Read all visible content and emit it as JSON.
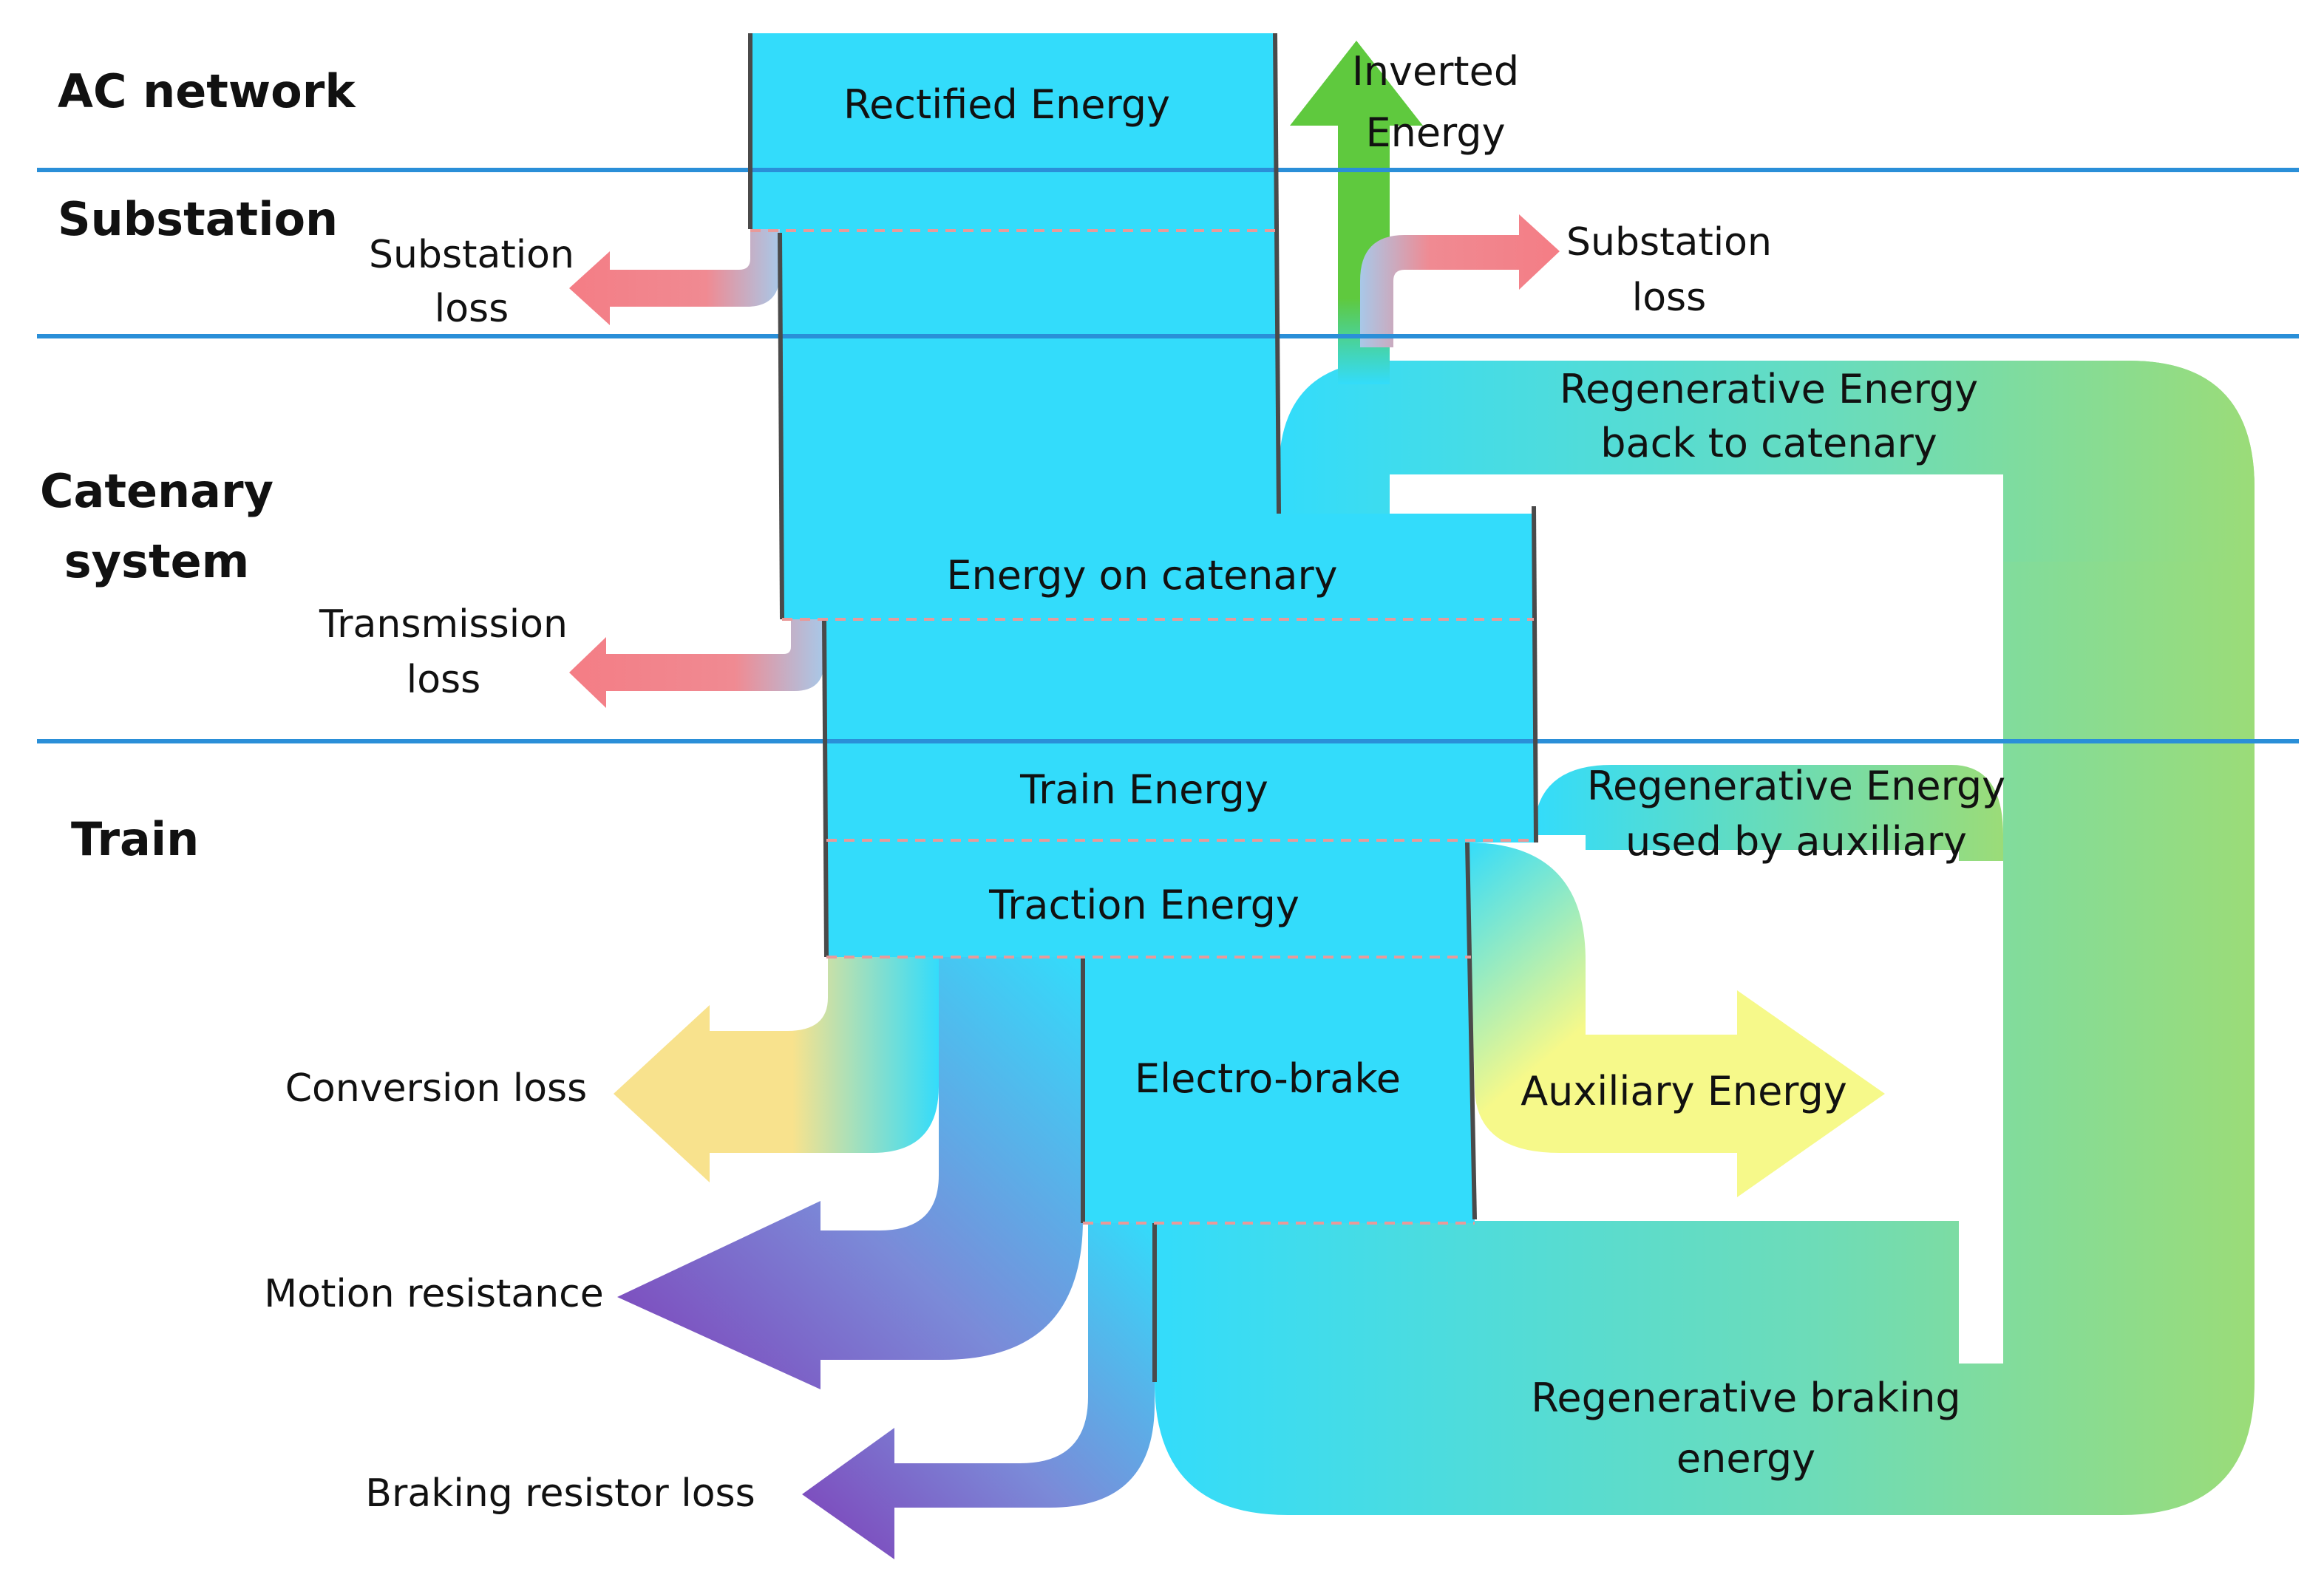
{
  "zones": {
    "ac_network": "AC network",
    "substation": "Substation",
    "catenary_line1": "Catenary",
    "catenary_line2": "system",
    "train": "Train"
  },
  "flows": {
    "rectified_energy": "Rectified Energy",
    "inverted_energy_line1": "Inverted",
    "inverted_energy_line2": "Energy",
    "energy_on_catenary": "Energy on catenary",
    "train_energy": "Train Energy",
    "traction_energy": "Traction Energy",
    "electro_brake": "Electro-brake",
    "auxiliary_energy": "Auxiliary Energy",
    "regen_back_line1": "Regenerative Energy",
    "regen_back_line2": "back to catenary",
    "regen_aux_line1": "Regenerative Energy",
    "regen_aux_line2": "used by auxiliary",
    "regen_braking_line1": "Regenerative braking",
    "regen_braking_line2": "energy"
  },
  "losses": {
    "substation_left_line1": "Substation",
    "substation_left_line2": "loss",
    "substation_right_line1": "Substation",
    "substation_right_line2": "loss",
    "transmission_line1": "Transmission",
    "transmission_line2": "loss",
    "conversion": "Conversion loss",
    "motion_resistance": "Motion resistance",
    "braking_resistor": "Braking resistor loss"
  },
  "colors": {
    "energy_cyan": "#33dcfb",
    "regen_green": "#9bdc78",
    "inverted_green": "#5fc93e",
    "loss_red": "#f47d85",
    "conversion_yellow": "#f8e28d",
    "auxiliary_yellow": "#f6f98a",
    "resistance_purple": "#7e3fb8",
    "zone_line_blue": "#2a8fd8"
  }
}
